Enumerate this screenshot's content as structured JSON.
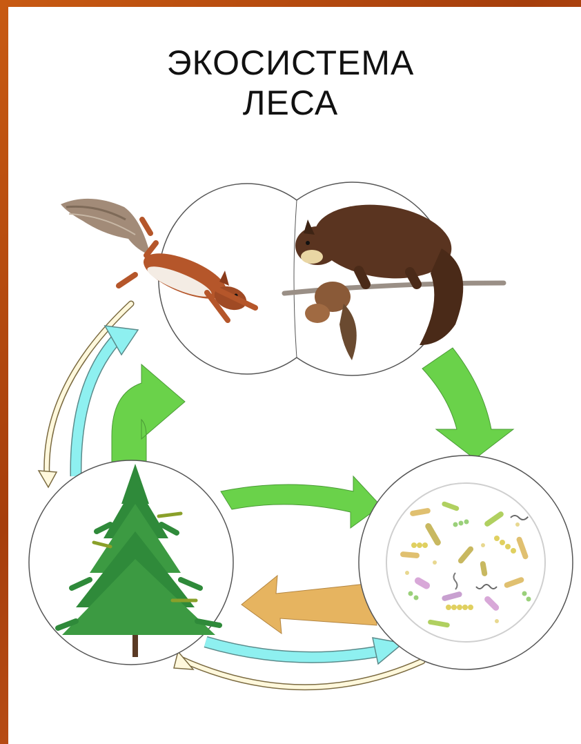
{
  "title": {
    "line1": "ЭКОСИСТЕМА",
    "line2": "ЛЕСА"
  },
  "colors": {
    "frame": "#b44a10",
    "background": "#ffffff",
    "green_arrow": "#6ad24a",
    "cyan_arrow": "#8ef0f0",
    "tan_arrow": "#e6b460",
    "cream_arrow": "#fff8dc",
    "circle_stroke": "#555555"
  },
  "nodes": [
    {
      "id": "consumers",
      "icons": [
        "squirrel-icon",
        "marten-icon"
      ]
    },
    {
      "id": "producers",
      "icons": [
        "spruce-tree-icon"
      ]
    },
    {
      "id": "decomposers",
      "icons": [
        "bacteria-icon"
      ]
    }
  ]
}
